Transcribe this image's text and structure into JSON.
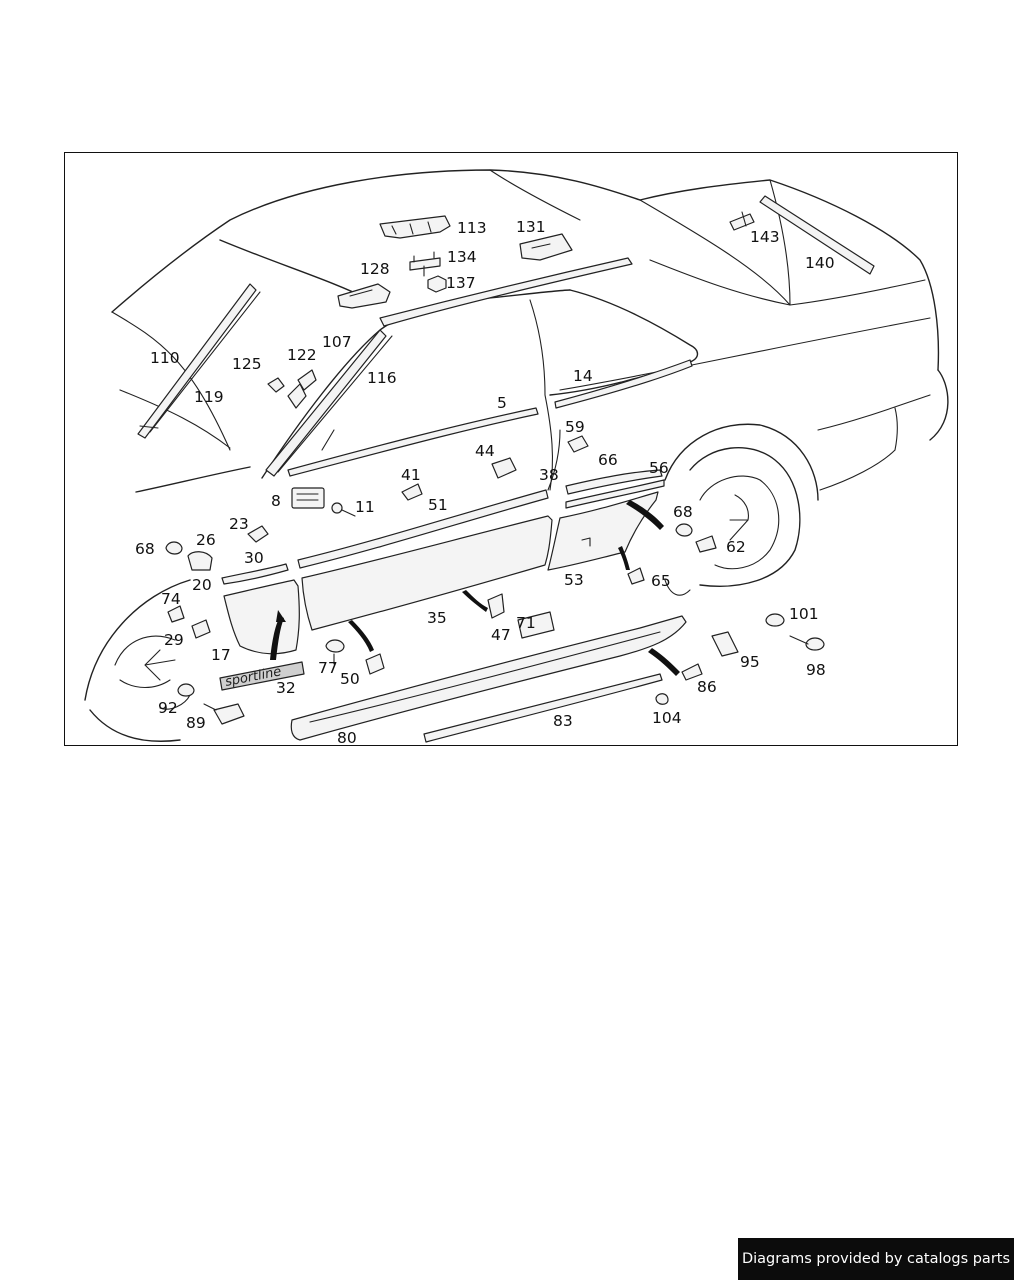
{
  "diagram": {
    "callouts": [
      {
        "id": "c113",
        "text": "113"
      },
      {
        "id": "c131",
        "text": "131"
      },
      {
        "id": "c134",
        "text": "134"
      },
      {
        "id": "c128",
        "text": "128"
      },
      {
        "id": "c137",
        "text": "137"
      },
      {
        "id": "c143",
        "text": "143"
      },
      {
        "id": "c140",
        "text": "140"
      },
      {
        "id": "c107",
        "text": "107"
      },
      {
        "id": "c110",
        "text": "110"
      },
      {
        "id": "c125",
        "text": "125"
      },
      {
        "id": "c122",
        "text": "122"
      },
      {
        "id": "c116",
        "text": "116"
      },
      {
        "id": "c119",
        "text": "119"
      },
      {
        "id": "c14",
        "text": "14"
      },
      {
        "id": "c5",
        "text": "5"
      },
      {
        "id": "c59",
        "text": "59"
      },
      {
        "id": "c44",
        "text": "44"
      },
      {
        "id": "c66",
        "text": "66"
      },
      {
        "id": "c56",
        "text": "56"
      },
      {
        "id": "c38",
        "text": "38"
      },
      {
        "id": "c41",
        "text": "41"
      },
      {
        "id": "c8",
        "text": "8"
      },
      {
        "id": "c11",
        "text": "11"
      },
      {
        "id": "c51",
        "text": "51"
      },
      {
        "id": "c68a",
        "text": "68"
      },
      {
        "id": "c23",
        "text": "23"
      },
      {
        "id": "c26",
        "text": "26"
      },
      {
        "id": "c68b",
        "text": "68"
      },
      {
        "id": "c62",
        "text": "62"
      },
      {
        "id": "c30",
        "text": "30"
      },
      {
        "id": "c53",
        "text": "53"
      },
      {
        "id": "c65",
        "text": "65"
      },
      {
        "id": "c20",
        "text": "20"
      },
      {
        "id": "c74",
        "text": "74"
      },
      {
        "id": "c101",
        "text": "101"
      },
      {
        "id": "c35",
        "text": "35"
      },
      {
        "id": "c71",
        "text": "71"
      },
      {
        "id": "c29",
        "text": "29"
      },
      {
        "id": "c47",
        "text": "47"
      },
      {
        "id": "c95",
        "text": "95"
      },
      {
        "id": "c17",
        "text": "17"
      },
      {
        "id": "c77",
        "text": "77"
      },
      {
        "id": "c98",
        "text": "98"
      },
      {
        "id": "c50",
        "text": "50"
      },
      {
        "id": "c32",
        "text": "32"
      },
      {
        "id": "c86",
        "text": "86"
      },
      {
        "id": "c92",
        "text": "92"
      },
      {
        "id": "c104",
        "text": "104"
      },
      {
        "id": "c89",
        "text": "89"
      },
      {
        "id": "c83",
        "text": "83"
      },
      {
        "id": "c80",
        "text": "80"
      }
    ],
    "badge_lettering": "sportline"
  },
  "footer": {
    "credit": "Diagrams provided by catalogs parts"
  }
}
